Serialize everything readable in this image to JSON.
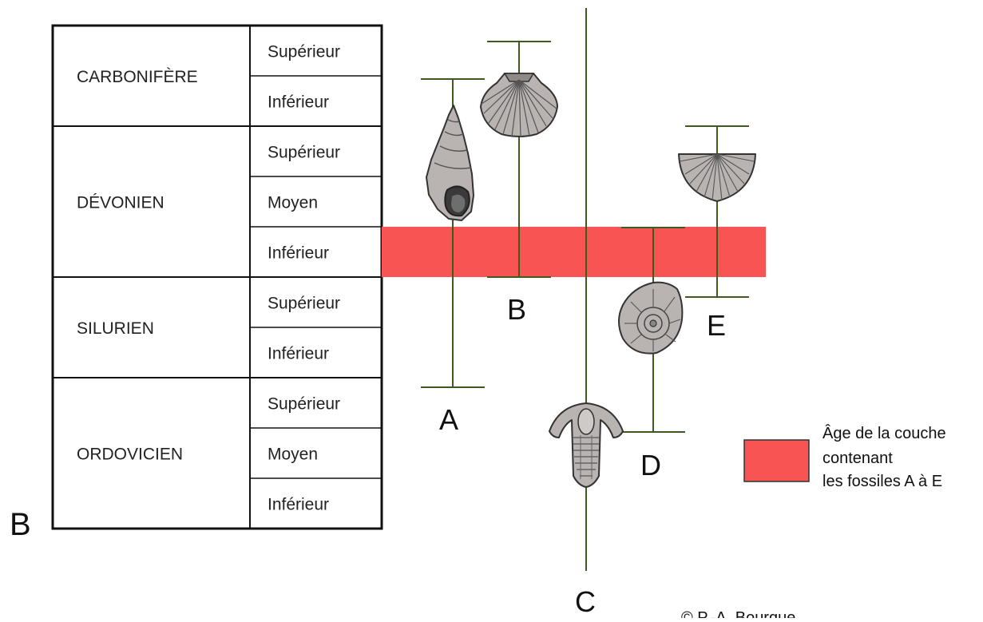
{
  "figure_letter": "B",
  "colors": {
    "highlight": "#F85454",
    "range_line": "#3E5A1E",
    "table_border": "#111111",
    "fossil_fill": "#B9B4B2",
    "fossil_stroke": "#333333"
  },
  "periods": [
    {
      "name": "CARBONIFÈRE",
      "epochs": [
        "Supérieur",
        "Inférieur"
      ]
    },
    {
      "name": "DÉVONIEN",
      "epochs": [
        "Supérieur",
        "Moyen",
        "Inférieur"
      ]
    },
    {
      "name": "SILURIEN",
      "epochs": [
        "Supérieur",
        "Inférieur"
      ]
    },
    {
      "name": "ORDOVICIEN",
      "epochs": [
        "Supérieur",
        "Moyen",
        "Inférieur"
      ]
    }
  ],
  "fossils": [
    {
      "label": "A",
      "icon": "gastropod-icon"
    },
    {
      "label": "B",
      "icon": "scallop-icon"
    },
    {
      "label": "C",
      "icon": "trilobite-icon"
    },
    {
      "label": "D",
      "icon": "ammonite-icon"
    },
    {
      "label": "E",
      "icon": "brachiopod-icon"
    }
  ],
  "legend": {
    "lines": [
      "Âge de la couche",
      "contenant",
      "les fossiles A à E"
    ]
  },
  "credit": "© P.-A. Bourque"
}
